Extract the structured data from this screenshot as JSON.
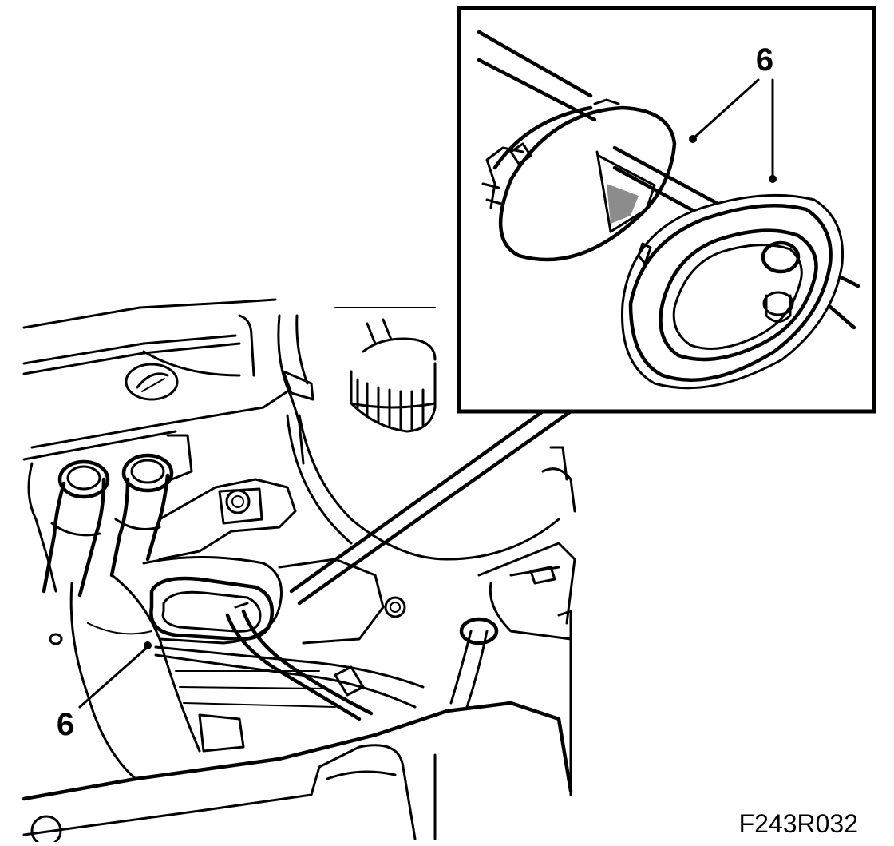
{
  "callouts": {
    "inset_label": "6",
    "main_label": "6"
  },
  "figure_code": "F243R032",
  "colors": {
    "line": "#000000",
    "background": "#ffffff"
  }
}
